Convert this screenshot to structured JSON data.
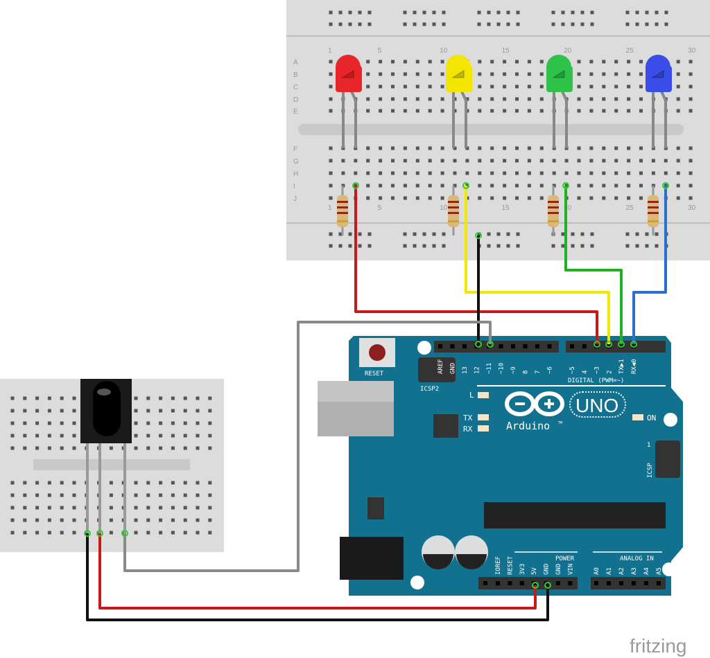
{
  "breadboard": {
    "row_letters": [
      "A",
      "B",
      "C",
      "D",
      "E",
      "F",
      "G",
      "H",
      "I",
      "J"
    ],
    "column_numbers": [
      "1",
      "5",
      "10",
      "15",
      "20",
      "25",
      "30"
    ]
  },
  "leds": [
    {
      "color_name": "red",
      "color": "#e8262a"
    },
    {
      "color_name": "yellow",
      "color": "#f2e500"
    },
    {
      "color_name": "green",
      "color": "#2ec24a"
    },
    {
      "color_name": "blue",
      "color": "#3a4de8"
    }
  ],
  "wire_colors": {
    "red": "#c8181a",
    "yellow": "#f0e800",
    "green": "#20b020",
    "blue": "#2a70d0",
    "black": "#111111",
    "gray": "#8a8a8a"
  },
  "arduino": {
    "board_color": "#12718f",
    "reset_label": "RESET",
    "icsp2_label": "ICSP2",
    "icsp_label": "ICSP",
    "icsp_pin1": "1",
    "digital_label": "DIGITAL (PWM=~)",
    "digital_pins": [
      "AREF",
      "GND",
      "13",
      "12",
      "~11",
      "~10",
      "~9",
      "8",
      "7",
      "~6",
      "~5",
      "4",
      "~3",
      "2",
      "TX▶1",
      "RX◀0"
    ],
    "led_labels": {
      "l": "L",
      "tx": "TX",
      "rx": "RX",
      "on": "ON"
    },
    "logo_text": "Arduino",
    "logo_tm": "TM",
    "model": "UNO",
    "power_label": "POWER",
    "power_pins": [
      "IOREF",
      "RESET",
      "3V3",
      "5V",
      "GND",
      "GND",
      "VIN"
    ],
    "analog_label": "ANALOG IN",
    "analog_pins": [
      "A0",
      "A1",
      "A2",
      "A3",
      "A4",
      "A5"
    ]
  },
  "watermark": "fritzing"
}
